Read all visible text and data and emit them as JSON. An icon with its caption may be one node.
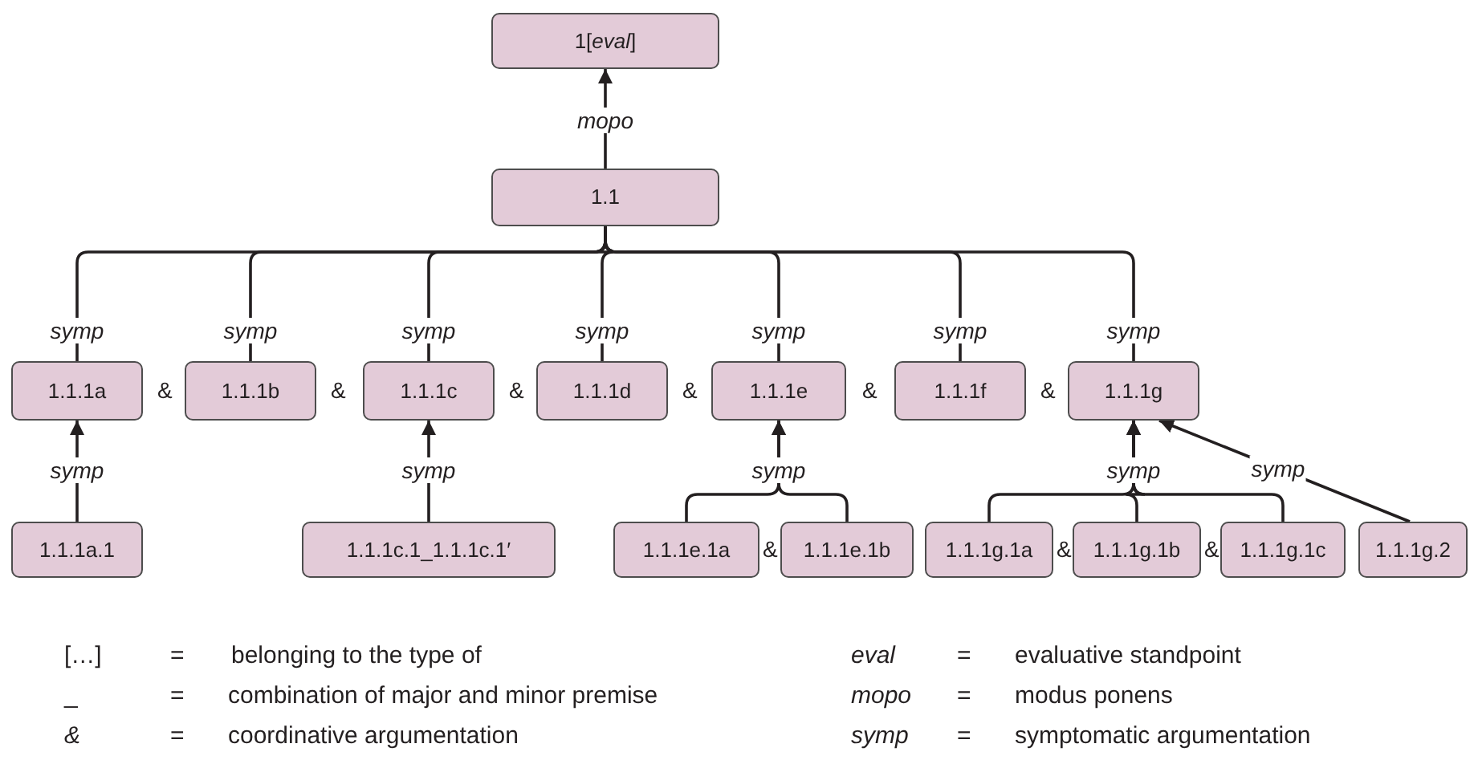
{
  "diagram": {
    "nodes": [
      {
        "text": [
          "1[*eval*]"
        ]
      },
      {
        "text": [
          "1.1"
        ]
      },
      {
        "text": [
          "1.1.1a"
        ]
      },
      {
        "text": [
          "1.1.1b"
        ]
      },
      {
        "text": [
          "1.1.1c"
        ]
      },
      {
        "text": [
          "1.1.1d"
        ]
      },
      {
        "text": [
          "1.1.1e"
        ]
      },
      {
        "text": [
          "1.1.1f"
        ]
      },
      {
        "text": [
          "1.1.1g"
        ]
      },
      {
        "text": [
          "1.1.1a.1"
        ]
      },
      {
        "text": [
          "1.1.1c.1_1.1.1c.1′"
        ]
      },
      {
        "text": [
          "1.1.1e.1a"
        ]
      },
      {
        "text": [
          "1.1.1e.1b"
        ]
      },
      {
        "text": [
          "1.1.1g.1a"
        ]
      },
      {
        "text": [
          "1.1.1g.1b"
        ]
      },
      {
        "text": [
          "1.1.1g.1c"
        ]
      },
      {
        "text": [
          "1.1.1g.2"
        ]
      }
    ],
    "edges": [
      {
        "from": 1,
        "to": 0,
        "arrow": "to",
        "label": "mopo"
      },
      {
        "from": 2,
        "to": 1,
        "arrow": "none",
        "label": "symp"
      },
      {
        "from": 3,
        "to": 1,
        "arrow": "none",
        "label": "symp"
      },
      {
        "from": 4,
        "to": 1,
        "arrow": "none",
        "label": "symp"
      },
      {
        "from": 5,
        "to": 1,
        "arrow": "none",
        "label": "symp"
      },
      {
        "from": 6,
        "to": 1,
        "arrow": "none",
        "label": "symp"
      },
      {
        "from": 7,
        "to": 1,
        "arrow": "none",
        "label": "symp"
      },
      {
        "from": 8,
        "to": 1,
        "arrow": "none",
        "label": "symp"
      },
      {
        "from": 9,
        "to": 2,
        "arrow": "to",
        "label": "symp"
      },
      {
        "from": 10,
        "to": 4,
        "arrow": "to",
        "label": "symp"
      },
      {
        "from": 11,
        "to": 6,
        "arrow": "to",
        "label": "symp"
      },
      {
        "from": 12,
        "to": 6,
        "arrow": "to"
      },
      {
        "from": 13,
        "to": 8,
        "arrow": "to",
        "label": "symp"
      },
      {
        "from": 14,
        "to": 8,
        "arrow": "to"
      },
      {
        "from": 15,
        "to": 8,
        "arrow": "to"
      },
      {
        "from": 16,
        "to": 8,
        "arrow": "to",
        "label": "symp"
      }
    ],
    "labels": [
      "&",
      "&",
      "&",
      "&",
      "&",
      "&",
      "&",
      "&",
      "&",
      "[…]",
      "=",
      "belonging to the type of",
      "eval",
      "=",
      "evaluative standpoint",
      "_",
      "=",
      "combination of major and minor premise",
      "mopo",
      "=",
      "modus ponens",
      "&",
      "=",
      "coordinative argumentation",
      "symp",
      "=",
      "symptomatic argumentation"
    ]
  }
}
